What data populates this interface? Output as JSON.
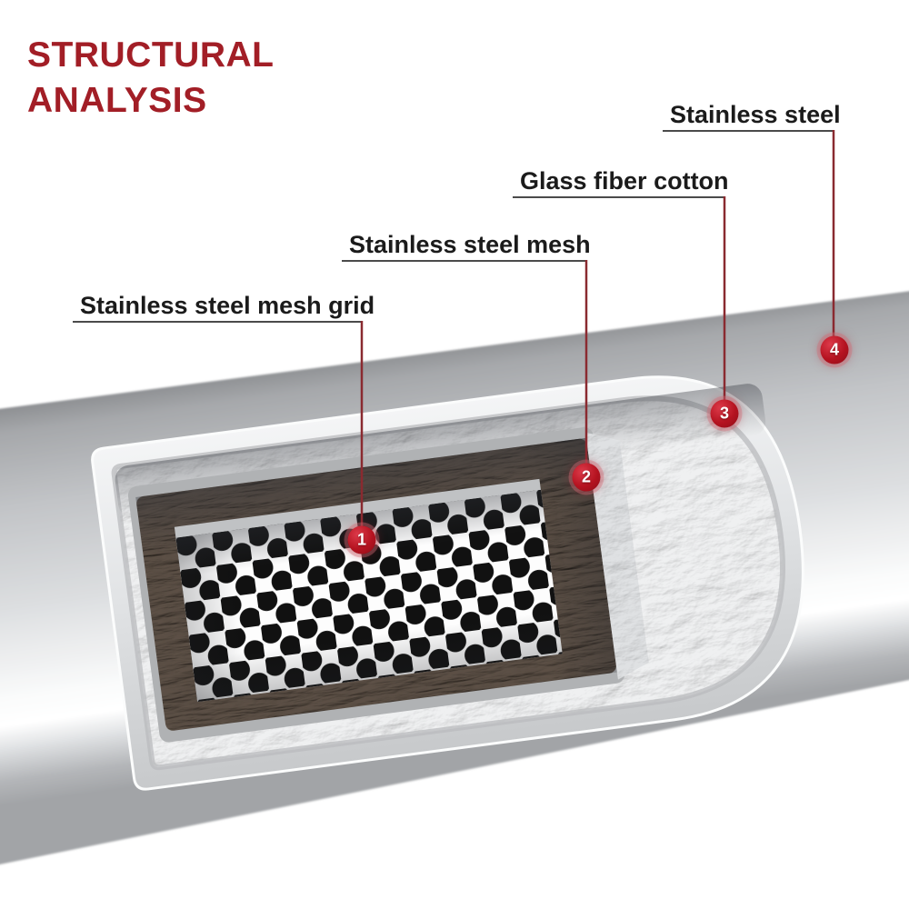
{
  "title": {
    "line1": "STRUCTURAL",
    "line2": "ANALYSIS"
  },
  "annotations": [
    {
      "number": "1",
      "label": "Stainless steel mesh grid"
    },
    {
      "number": "2",
      "label": "Stainless steel mesh"
    },
    {
      "number": "3",
      "label": "Glass fiber cotton"
    },
    {
      "number": "4",
      "label": "Stainless steel"
    }
  ],
  "colors": {
    "title_red": "#a21e26",
    "badge_red": "#b51320",
    "leader_vertical": "#8a2a30",
    "leader_horizontal": "#4b4b4b",
    "label_text": "#1b1b1b",
    "tube_gray": "#c2c4c7",
    "fiber_dark": "#6a6058",
    "hole_black": "#111111"
  }
}
